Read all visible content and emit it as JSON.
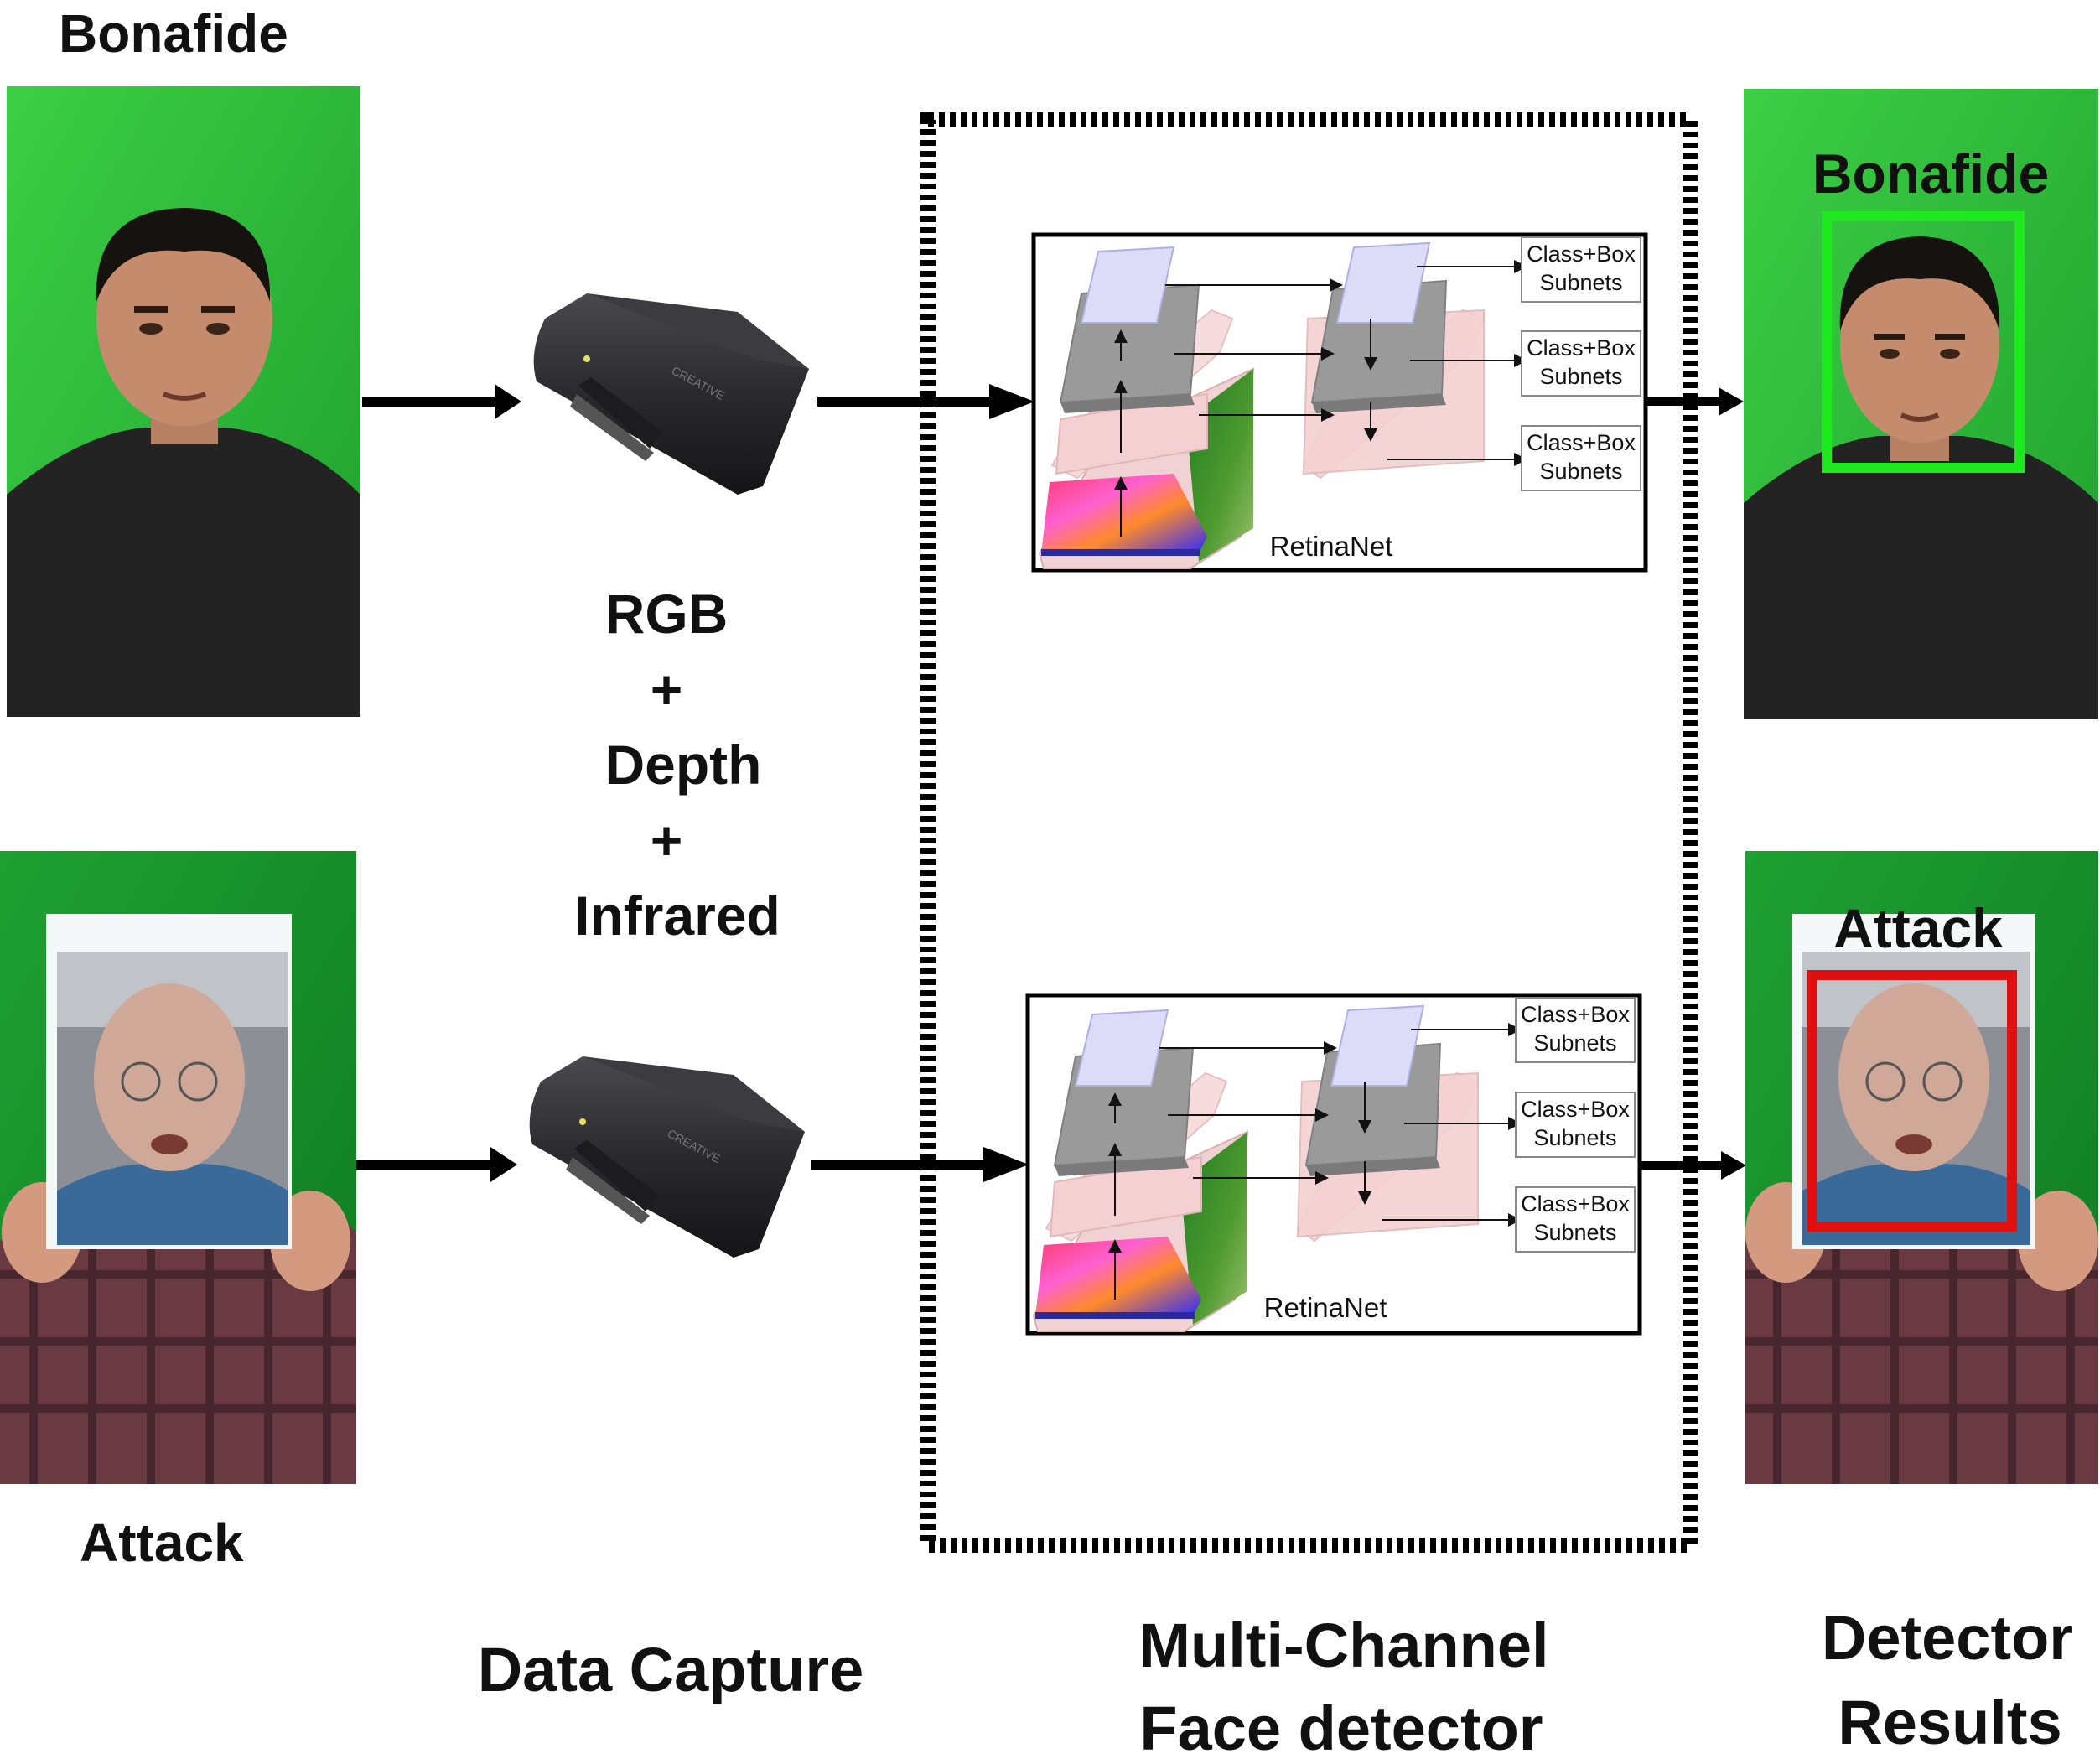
{
  "labels": {
    "bonafide_input": "Bonafide",
    "attack_input": "Attack",
    "modalities": [
      "RGB",
      "+",
      "Depth",
      "+",
      "Infrared"
    ],
    "data_capture": "Data Capture",
    "detector": [
      "Multi-Channel",
      "Face detector"
    ],
    "results": [
      "Detector",
      "Results"
    ]
  },
  "camera": {
    "brand_text": "CREATIVE"
  },
  "network": {
    "name": "RetinaNet",
    "subnet_label": [
      "Class+Box",
      "Subnets"
    ]
  },
  "results": {
    "bonafide": {
      "label": "Bonafide",
      "box_color": "#1ee81e"
    },
    "attack": {
      "label": "Attack",
      "box_color": "#e01010"
    }
  },
  "colors": {
    "green_screen": "#2fbf3a",
    "green_screen_dark": "#158a26",
    "arrow": "#000000"
  }
}
